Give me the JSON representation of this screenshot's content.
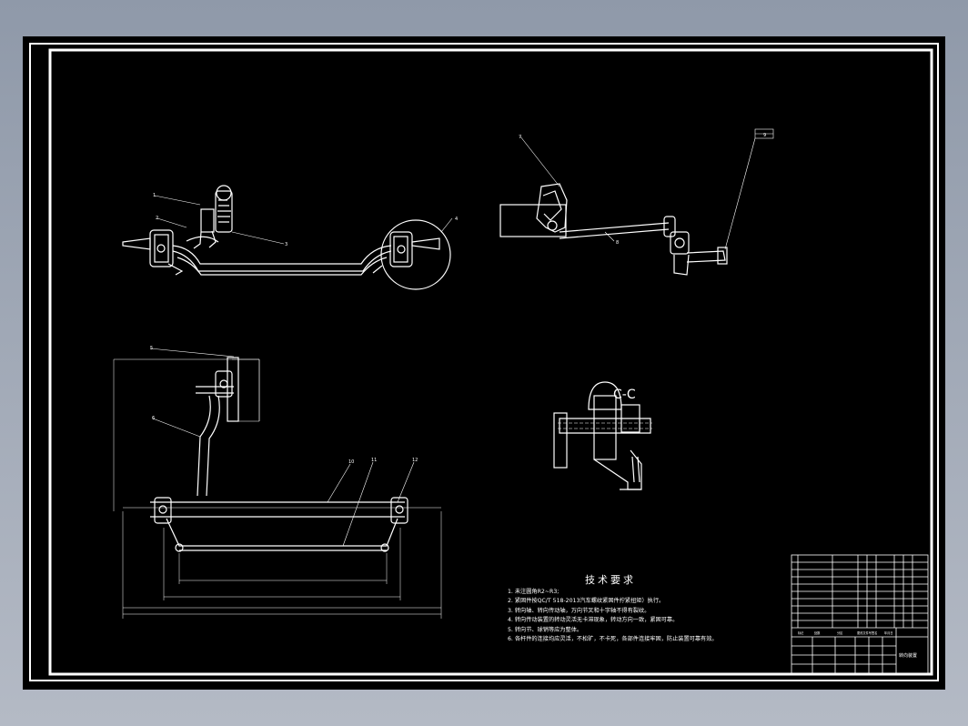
{
  "section_label": "C-C",
  "tech_requirements": {
    "title": "技术要求",
    "items": [
      "1. 未注圆角R2~R3;",
      "2. 紧固件按QC/T 518-2013汽车螺纹紧固件拧紧扭矩）执行。",
      "3. 转向轴、转向传动轴，万向节叉和十字轴不得有裂纹。",
      "4. 转向传动装置的转动灵活无卡滞现象，转动方向一致，紧固可靠。",
      "5. 转向节、球销等应为整体。",
      "6. 各杆件的连接均应灵活，不松旷，不卡死，各部件连接牢固，防止装置可靠有效。"
    ]
  },
  "callouts": {
    "top_left": [
      "1",
      "2",
      "3",
      "4"
    ],
    "top_right": [
      "7",
      "8",
      "9"
    ],
    "bottom_left": [
      "5",
      "6",
      "10",
      "11",
      "12"
    ]
  },
  "title_block": {
    "drawing_name": "转向装置",
    "header_labels": [
      "标记",
      "处数",
      "分区",
      "更改文件号",
      "签名",
      "年月日"
    ]
  },
  "colors": {
    "background": "#000000",
    "lines": "#ffffff",
    "frame": "#ffffff"
  }
}
